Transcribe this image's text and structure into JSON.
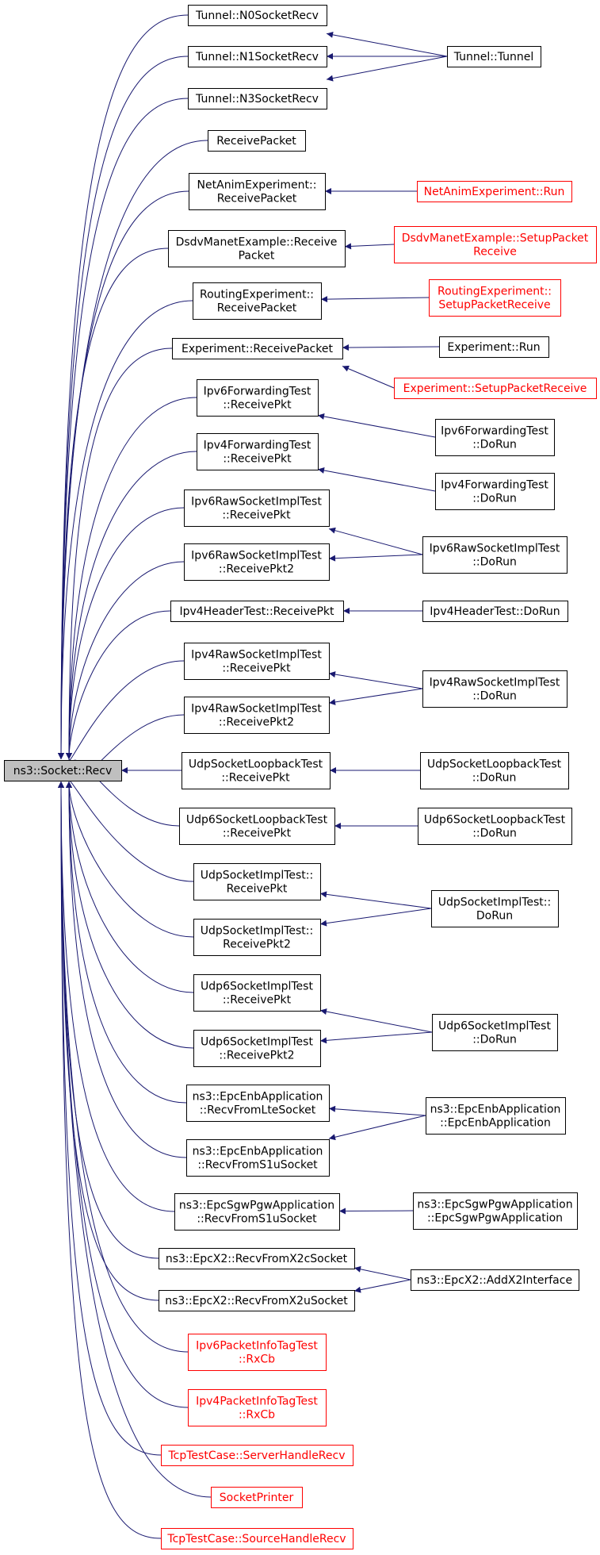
{
  "colors": {
    "edge": "#191970",
    "border_normal": "#000000",
    "border_link": "#ff0000",
    "text_normal": "#000000",
    "text_link": "#ff0000",
    "root_fill": "#bfbfbf"
  },
  "nodes": [
    {
      "id": "root",
      "lines": [
        "ns3::Socket::Recv"
      ],
      "style": "root"
    },
    {
      "id": "n0",
      "lines": [
        "Tunnel::N0SocketRecv"
      ],
      "style": "normal"
    },
    {
      "id": "n1",
      "lines": [
        "Tunnel::N1SocketRecv"
      ],
      "style": "normal"
    },
    {
      "id": "n2",
      "lines": [
        "Tunnel::N3SocketRecv"
      ],
      "style": "normal"
    },
    {
      "id": "tunnel",
      "lines": [
        "Tunnel::Tunnel"
      ],
      "style": "normal"
    },
    {
      "id": "n3",
      "lines": [
        "ReceivePacket"
      ],
      "style": "normal"
    },
    {
      "id": "n4",
      "lines": [
        "NetAnimExperiment::",
        "ReceivePacket"
      ],
      "style": "normal"
    },
    {
      "id": "netrun",
      "lines": [
        "NetAnimExperiment::Run"
      ],
      "style": "link"
    },
    {
      "id": "n5",
      "lines": [
        "DsdvManetExample::Receive",
        "Packet"
      ],
      "style": "normal"
    },
    {
      "id": "dsdvsetup",
      "lines": [
        "DsdvManetExample::SetupPacket",
        "Receive"
      ],
      "style": "link"
    },
    {
      "id": "n6",
      "lines": [
        "RoutingExperiment::",
        "ReceivePacket"
      ],
      "style": "normal"
    },
    {
      "id": "routsetup",
      "lines": [
        "RoutingExperiment::",
        "SetupPacketReceive"
      ],
      "style": "link"
    },
    {
      "id": "n7",
      "lines": [
        "Experiment::ReceivePacket"
      ],
      "style": "normal"
    },
    {
      "id": "exprun",
      "lines": [
        "Experiment::Run"
      ],
      "style": "normal"
    },
    {
      "id": "expsetup",
      "lines": [
        "Experiment::SetupPacketReceive"
      ],
      "style": "link"
    },
    {
      "id": "n8",
      "lines": [
        "Ipv6ForwardingTest",
        "::ReceivePkt"
      ],
      "style": "normal"
    },
    {
      "id": "ipv6fwd",
      "lines": [
        "Ipv6ForwardingTest",
        "::DoRun"
      ],
      "style": "normal"
    },
    {
      "id": "n9",
      "lines": [
        "Ipv4ForwardingTest",
        "::ReceivePkt"
      ],
      "style": "normal"
    },
    {
      "id": "ipv4fwd",
      "lines": [
        "Ipv4ForwardingTest",
        "::DoRun"
      ],
      "style": "normal"
    },
    {
      "id": "n10",
      "lines": [
        "Ipv6RawSocketImplTest",
        "::ReceivePkt"
      ],
      "style": "normal"
    },
    {
      "id": "n11",
      "lines": [
        "Ipv6RawSocketImplTest",
        "::ReceivePkt2"
      ],
      "style": "normal"
    },
    {
      "id": "ipv6raw",
      "lines": [
        "Ipv6RawSocketImplTest",
        "::DoRun"
      ],
      "style": "normal"
    },
    {
      "id": "n12",
      "lines": [
        "Ipv4HeaderTest::ReceivePkt"
      ],
      "style": "normal"
    },
    {
      "id": "ipv4hdr",
      "lines": [
        "Ipv4HeaderTest::DoRun"
      ],
      "style": "normal"
    },
    {
      "id": "n13",
      "lines": [
        "Ipv4RawSocketImplTest",
        "::ReceivePkt"
      ],
      "style": "normal"
    },
    {
      "id": "n14",
      "lines": [
        "Ipv4RawSocketImplTest",
        "::ReceivePkt2"
      ],
      "style": "normal"
    },
    {
      "id": "ipv4raw",
      "lines": [
        "Ipv4RawSocketImplTest",
        "::DoRun"
      ],
      "style": "normal"
    },
    {
      "id": "n15",
      "lines": [
        "UdpSocketLoopbackTest",
        "::ReceivePkt"
      ],
      "style": "normal"
    },
    {
      "id": "udplb",
      "lines": [
        "UdpSocketLoopbackTest",
        "::DoRun"
      ],
      "style": "normal"
    },
    {
      "id": "n16",
      "lines": [
        "Udp6SocketLoopbackTest",
        "::ReceivePkt"
      ],
      "style": "normal"
    },
    {
      "id": "udp6lb",
      "lines": [
        "Udp6SocketLoopbackTest",
        "::DoRun"
      ],
      "style": "normal"
    },
    {
      "id": "n17",
      "lines": [
        "UdpSocketImplTest::",
        "ReceivePkt"
      ],
      "style": "normal"
    },
    {
      "id": "n18",
      "lines": [
        "UdpSocketImplTest::",
        "ReceivePkt2"
      ],
      "style": "normal"
    },
    {
      "id": "udpimpl",
      "lines": [
        "UdpSocketImplTest::",
        "DoRun"
      ],
      "style": "normal"
    },
    {
      "id": "n19",
      "lines": [
        "Udp6SocketImplTest",
        "::ReceivePkt"
      ],
      "style": "normal"
    },
    {
      "id": "n20",
      "lines": [
        "Udp6SocketImplTest",
        "::ReceivePkt2"
      ],
      "style": "normal"
    },
    {
      "id": "udp6impl",
      "lines": [
        "Udp6SocketImplTest",
        "::DoRun"
      ],
      "style": "normal"
    },
    {
      "id": "n21",
      "lines": [
        "ns3::EpcEnbApplication",
        "::RecvFromLteSocket"
      ],
      "style": "normal"
    },
    {
      "id": "n22",
      "lines": [
        "ns3::EpcEnbApplication",
        "::RecvFromS1uSocket"
      ],
      "style": "normal"
    },
    {
      "id": "epcenb",
      "lines": [
        "ns3::EpcEnbApplication",
        "::EpcEnbApplication"
      ],
      "style": "normal"
    },
    {
      "id": "n23",
      "lines": [
        "ns3::EpcSgwPgwApplication",
        "::RecvFromS1uSocket"
      ],
      "style": "normal"
    },
    {
      "id": "epcsgw",
      "lines": [
        "ns3::EpcSgwPgwApplication",
        "::EpcSgwPgwApplication"
      ],
      "style": "normal"
    },
    {
      "id": "n24",
      "lines": [
        "ns3::EpcX2::RecvFromX2cSocket"
      ],
      "style": "normal"
    },
    {
      "id": "n25",
      "lines": [
        "ns3::EpcX2::RecvFromX2uSocket"
      ],
      "style": "normal"
    },
    {
      "id": "epcx2",
      "lines": [
        "ns3::EpcX2::AddX2Interface"
      ],
      "style": "normal"
    },
    {
      "id": "n26",
      "lines": [
        "Ipv6PacketInfoTagTest",
        "::RxCb"
      ],
      "style": "link"
    },
    {
      "id": "n27",
      "lines": [
        "Ipv4PacketInfoTagTest",
        "::RxCb"
      ],
      "style": "link"
    },
    {
      "id": "n28",
      "lines": [
        "TcpTestCase::ServerHandleRecv"
      ],
      "style": "link"
    },
    {
      "id": "n29",
      "lines": [
        "SocketPrinter"
      ],
      "style": "link"
    },
    {
      "id": "n30",
      "lines": [
        "TcpTestCase::SourceHandleRecv"
      ],
      "style": "link"
    }
  ],
  "edges": [
    [
      "n0",
      "root"
    ],
    [
      "n1",
      "root"
    ],
    [
      "n2",
      "root"
    ],
    [
      "n3",
      "root"
    ],
    [
      "n4",
      "root"
    ],
    [
      "n5",
      "root"
    ],
    [
      "n6",
      "root"
    ],
    [
      "n7",
      "root"
    ],
    [
      "n8",
      "root"
    ],
    [
      "n9",
      "root"
    ],
    [
      "n10",
      "root"
    ],
    [
      "n11",
      "root"
    ],
    [
      "n12",
      "root"
    ],
    [
      "n13",
      "root"
    ],
    [
      "n14",
      "root"
    ],
    [
      "n15",
      "root"
    ],
    [
      "n16",
      "root"
    ],
    [
      "n17",
      "root"
    ],
    [
      "n18",
      "root"
    ],
    [
      "n19",
      "root"
    ],
    [
      "n20",
      "root"
    ],
    [
      "n21",
      "root"
    ],
    [
      "n22",
      "root"
    ],
    [
      "n23",
      "root"
    ],
    [
      "n24",
      "root"
    ],
    [
      "n25",
      "root"
    ],
    [
      "n26",
      "root"
    ],
    [
      "n27",
      "root"
    ],
    [
      "n28",
      "root"
    ],
    [
      "n29",
      "root"
    ],
    [
      "n30",
      "root"
    ],
    [
      "tunnel",
      "n0"
    ],
    [
      "tunnel",
      "n1"
    ],
    [
      "tunnel",
      "n2"
    ],
    [
      "netrun",
      "n4"
    ],
    [
      "dsdvsetup",
      "n5"
    ],
    [
      "routsetup",
      "n6"
    ],
    [
      "exprun",
      "n7"
    ],
    [
      "expsetup",
      "n7"
    ],
    [
      "ipv6fwd",
      "n8"
    ],
    [
      "ipv4fwd",
      "n9"
    ],
    [
      "ipv6raw",
      "n10"
    ],
    [
      "ipv6raw",
      "n11"
    ],
    [
      "ipv4hdr",
      "n12"
    ],
    [
      "ipv4raw",
      "n13"
    ],
    [
      "ipv4raw",
      "n14"
    ],
    [
      "udplb",
      "n15"
    ],
    [
      "udp6lb",
      "n16"
    ],
    [
      "udpimpl",
      "n17"
    ],
    [
      "udpimpl",
      "n18"
    ],
    [
      "udp6impl",
      "n19"
    ],
    [
      "udp6impl",
      "n20"
    ],
    [
      "epcenb",
      "n21"
    ],
    [
      "epcenb",
      "n22"
    ],
    [
      "epcsgw",
      "n23"
    ],
    [
      "epcx2",
      "n24"
    ],
    [
      "epcx2",
      "n25"
    ]
  ]
}
